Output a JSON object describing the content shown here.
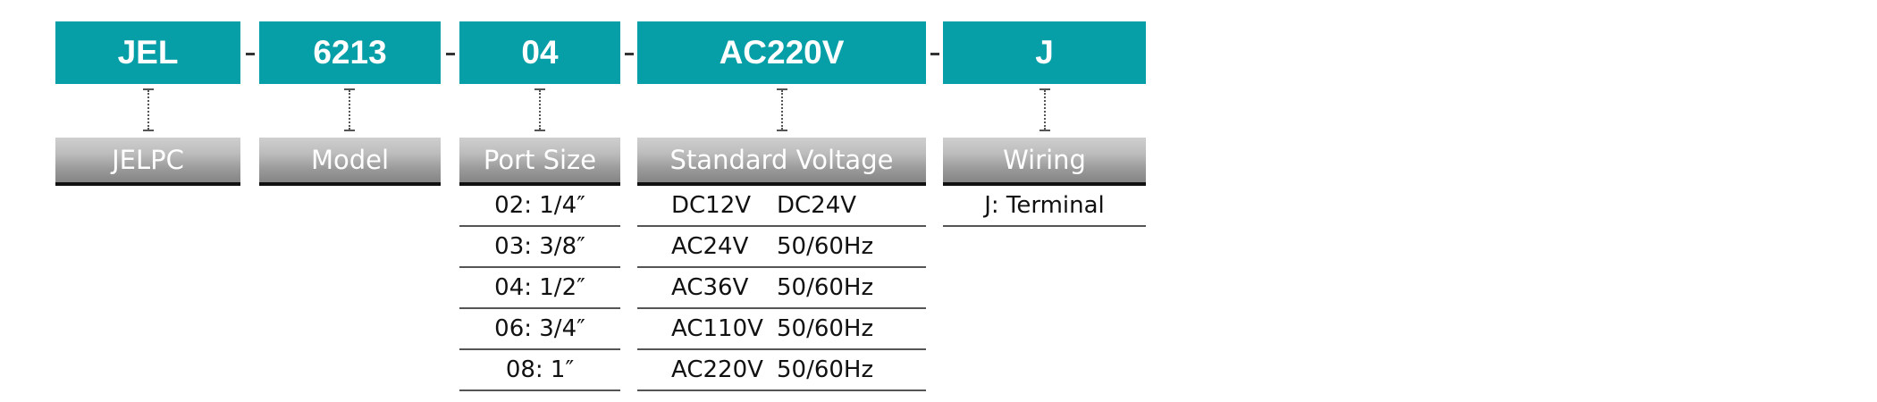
{
  "code_segments": [
    {
      "id": "jel",
      "code": "JEL",
      "label": "JELPC"
    },
    {
      "id": "model",
      "code": "6213",
      "label": "Model"
    },
    {
      "id": "port-size",
      "code": "04",
      "label": "Port Size"
    },
    {
      "id": "voltage",
      "code": "AC220V",
      "label": "Standard Voltage"
    },
    {
      "id": "wiring",
      "code": "J",
      "label": "Wiring"
    }
  ],
  "separator": "-",
  "port_size_options": [
    "02: 1/4″",
    "03: 3/8″",
    "04: 1/2″",
    "06: 3/4″",
    "08: 1″"
  ],
  "voltage_options": [
    {
      "voltage": "DC12V",
      "spec": "DC24V"
    },
    {
      "voltage": "AC24V",
      "spec": "50/60Hz"
    },
    {
      "voltage": "AC36V",
      "spec": "50/60Hz"
    },
    {
      "voltage": "AC110V",
      "spec": "50/60Hz"
    },
    {
      "voltage": "AC220V",
      "spec": "50/60Hz"
    }
  ],
  "wiring_options": [
    "J: Terminal"
  ],
  "colors": {
    "code_box": "#079fa7",
    "label_gradient_top": "#cfcfcf",
    "label_gradient_bottom": "#858585",
    "rule": "#555555"
  }
}
